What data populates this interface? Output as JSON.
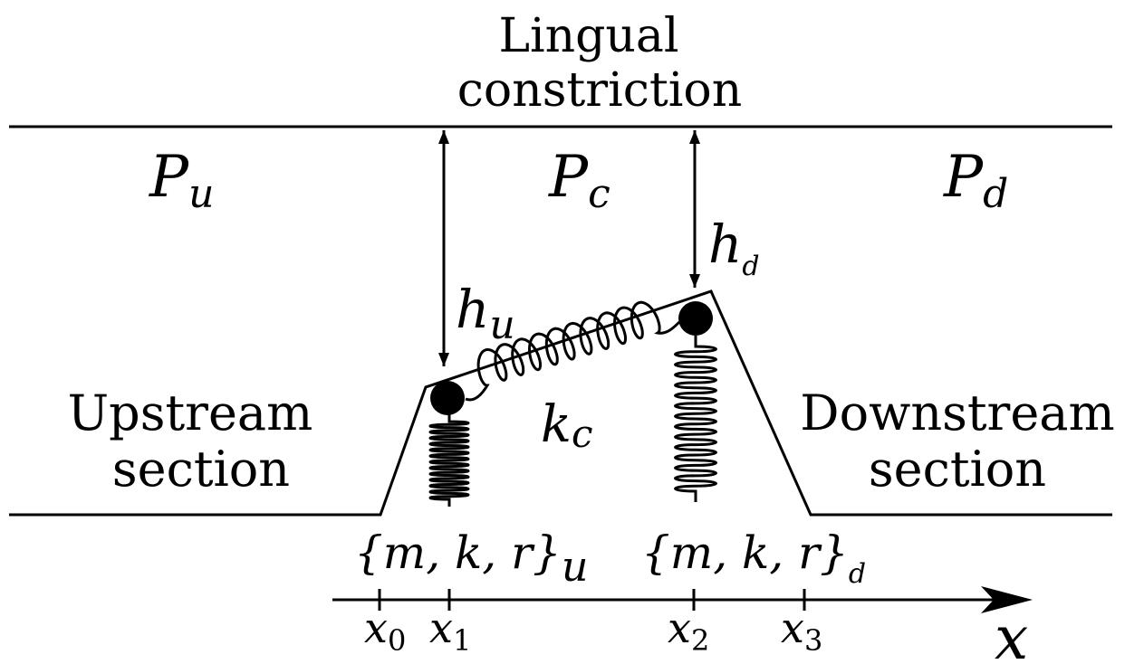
{
  "title": {
    "line1": "Lingual",
    "line2": "constriction"
  },
  "pressures": {
    "upstream": {
      "base": "P",
      "sub": "u"
    },
    "constriction": {
      "base": "P",
      "sub": "c"
    },
    "downstream": {
      "base": "P",
      "sub": "d"
    }
  },
  "heights": {
    "upstream": {
      "base": "h",
      "sub": "u"
    },
    "downstream": {
      "base": "h",
      "sub": "d"
    }
  },
  "coupling_spring": {
    "base": "k",
    "sub": "c"
  },
  "sections": {
    "upstream": {
      "line1": "Upstream",
      "line2": "section"
    },
    "downstream": {
      "line1": "Downstream",
      "line2": "section"
    }
  },
  "mass_params": {
    "upstream": {
      "set": "{m, k, r}",
      "sub": "u"
    },
    "downstream": {
      "set": "{m, k, r}",
      "sub": "d"
    }
  },
  "axis": {
    "label": "x",
    "ticks": [
      {
        "base": "x",
        "sub": "0"
      },
      {
        "base": "x",
        "sub": "1"
      },
      {
        "base": "x",
        "sub": "2"
      },
      {
        "base": "x",
        "sub": "3"
      }
    ]
  }
}
